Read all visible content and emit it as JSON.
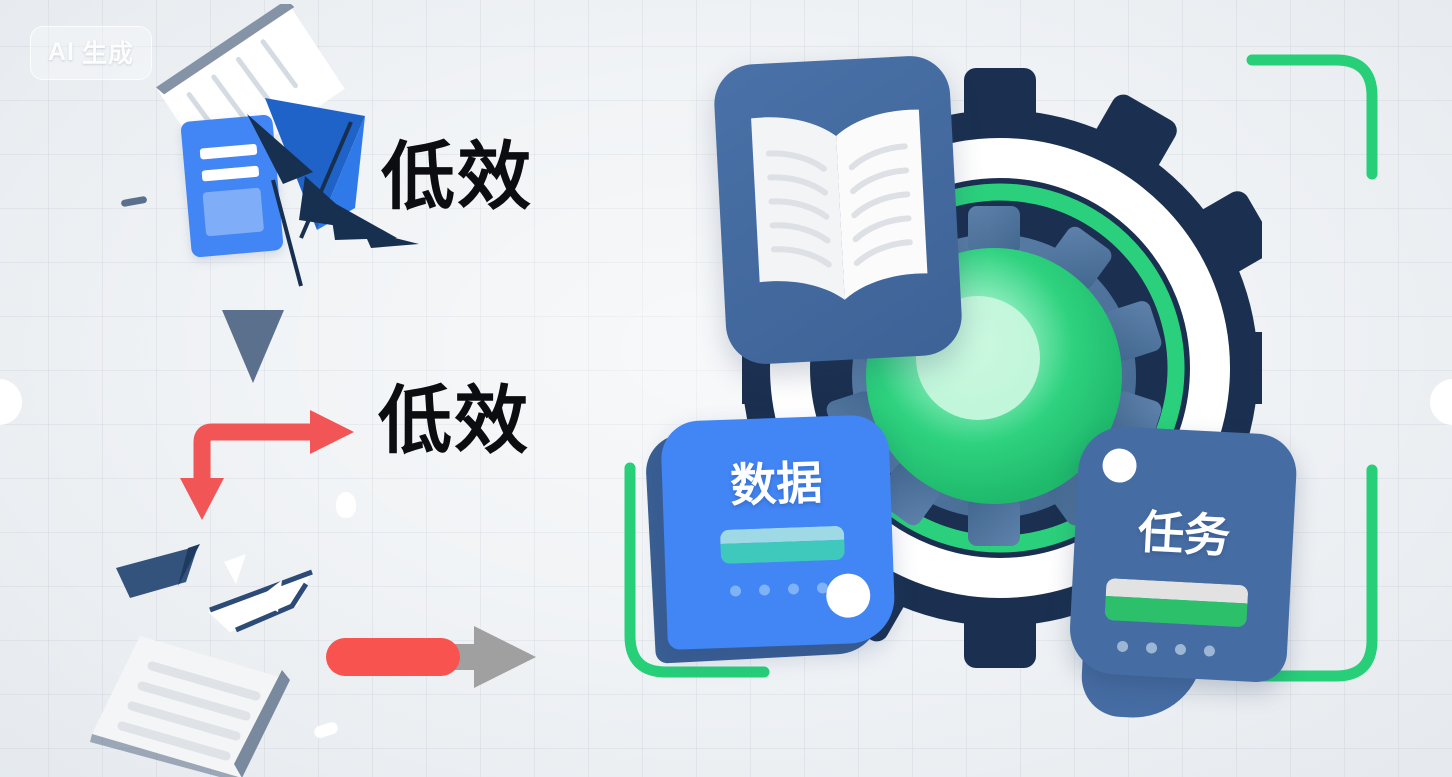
{
  "scene": {
    "title": "AI generated illustration: inefficient manual workflow versus automated data and task system",
    "background_color": "#eef1f4",
    "grid_color": "#96a2af"
  },
  "watermark": {
    "name": "ai-generated-badge",
    "prefix": "AI",
    "text": "生成",
    "full_text": "AI 生成"
  },
  "labels": {
    "inefficient_top": "低效",
    "inefficient_bottom": "低效",
    "color": "#0c0d10"
  },
  "left_panel": {
    "document_card": {
      "name": "blue-document-card",
      "color": "#4285f4"
    },
    "paper_plane_top": {
      "name": "broken-paper-plane",
      "color": "#1e3a5f"
    },
    "torn_paper": {
      "name": "torn-paper-sheet",
      "color": "#ffffff"
    },
    "down_triangle": {
      "name": "slate-down-triangle",
      "color": "#5a708d"
    },
    "red_bent_arrow": {
      "name": "red-bent-arrow",
      "color": "#f25555"
    },
    "progress_arrow": {
      "name": "red-to-grey-progress-arrow",
      "bar_color": "#f9534f",
      "head_color": "#a0a0a0"
    },
    "bottom_document": {
      "name": "white-document-sheet",
      "color": "#f2f2f2"
    }
  },
  "right_panel": {
    "brackets": {
      "name": "green-corner-brackets",
      "color": "#27cf79"
    },
    "gear": {
      "outer_color": "#1b3050",
      "inner_color": "#4f6f95",
      "ring_color": "#ffffff",
      "arc_color": "#2bd07c",
      "core_color": "#2ed27f"
    },
    "book_card": {
      "name": "book-card",
      "color": "#4a72a8",
      "icon": "open-book-icon"
    },
    "data_card": {
      "name": "data-card",
      "title": "数据",
      "color": "#4285f4",
      "bar_top_color": "#9fd9e6",
      "bar_bottom_color": "#3fc8bc",
      "dot_color": "#7fb2f7",
      "dots": 4
    },
    "task_card": {
      "name": "task-card",
      "title": "任务",
      "color": "#466da3",
      "bar_top_color": "#e2e2e2",
      "bar_bottom_color": "#2cc06a",
      "dot_color": "#9db6d4",
      "dots": 4
    }
  },
  "navigation": {
    "prev_name": "prev-slide-affordance",
    "next_name": "next-slide-affordance"
  }
}
